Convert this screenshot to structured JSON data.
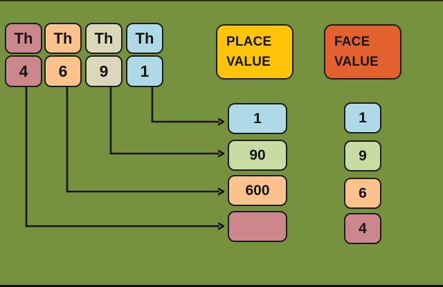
{
  "title_context": "Place value and face value diagram for the digits 4 6 9 1",
  "colors": {
    "background": "#76923E",
    "rose": "#CB878B",
    "peach": "#FBC28E",
    "beige": "#DBD7BB",
    "blue": "#AFD9E6",
    "light_green": "#C8DBA2",
    "gold": "#FFC408",
    "orange_red": "#E2612E",
    "connector_line": "#151515"
  },
  "columns": [
    {
      "place_label": "Th",
      "digit": "4",
      "color": "#CB878B"
    },
    {
      "place_label": "Th",
      "digit": "6",
      "color": "#FBC28E"
    },
    {
      "place_label": "Th",
      "digit": "9",
      "color": "#DBD7BB"
    },
    {
      "place_label": "Th",
      "digit": "1",
      "color": "#AFD9E6"
    }
  ],
  "place_value_header": {
    "line1": "PLACE",
    "line2": "VALUE",
    "color": "#FFC408"
  },
  "face_value_header": {
    "line1": "FACE",
    "line2": "VALUE",
    "color": "#E2612E"
  },
  "place_value_results": [
    {
      "value": "1",
      "color": "#AFD9E6"
    },
    {
      "value": "90",
      "color": "#C8DBA2"
    },
    {
      "value": "600",
      "color": "#FBC28E"
    },
    {
      "value": "",
      "color": "#CB878B"
    }
  ],
  "face_value_results": [
    {
      "value": "1",
      "color": "#AFD9E6"
    },
    {
      "value": "9",
      "color": "#C8DBA2"
    },
    {
      "value": "6",
      "color": "#FBC28E"
    },
    {
      "value": "4",
      "color": "#CB878B"
    }
  ]
}
